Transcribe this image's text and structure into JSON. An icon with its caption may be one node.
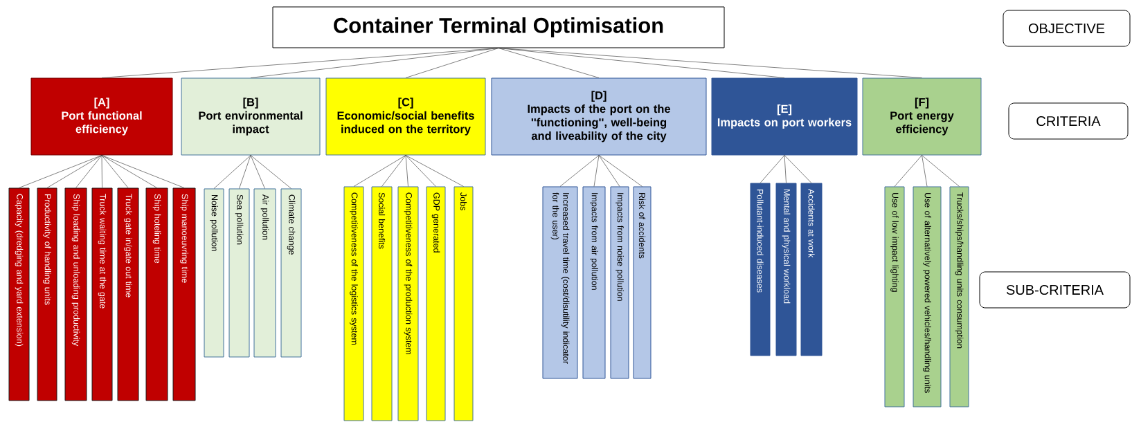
{
  "diagram": {
    "nodes": [
      {
        "text": [
          "Container Terminal Optimisation"
        ]
      },
      {
        "text": [
          "OBJECTIVE"
        ]
      },
      {
        "text": [
          "[A]",
          "Port functional efficiency"
        ]
      },
      {
        "text": [
          "[B]",
          "Port environmental impact"
        ]
      },
      {
        "text": [
          "[C]",
          "Economic/social benefits induced on the territory"
        ]
      },
      {
        "text": [
          "[D]",
          "Impacts of the port on the ''functioning'', well-being and liveability of the city"
        ]
      },
      {
        "text": [
          "[E]",
          "Impacts on port workers"
        ]
      },
      {
        "text": [
          "[F]",
          "Port energy efficiency"
        ]
      },
      {
        "text": [
          "CRITERIA"
        ]
      },
      {
        "text": [
          "Capacity (dredging and yard extension)"
        ]
      },
      {
        "text": [
          "Productivity of handling units"
        ]
      },
      {
        "text": [
          "Ship loading and unloading productivity"
        ]
      },
      {
        "text": [
          "Truck waiting time at the gate"
        ]
      },
      {
        "text": [
          "Truck gate in/gate out time"
        ]
      },
      {
        "text": [
          "Ship hoteling time"
        ]
      },
      {
        "text": [
          "Ship manoeuvring time"
        ]
      },
      {
        "text": [
          "Noise pollution"
        ]
      },
      {
        "text": [
          "Sea pollution"
        ]
      },
      {
        "text": [
          "Air pollution"
        ]
      },
      {
        "text": [
          "Climate change"
        ]
      },
      {
        "text": [
          "Competitiveness of the logistics system"
        ]
      },
      {
        "text": [
          "Social benefits"
        ]
      },
      {
        "text": [
          "Competitiveness of the production system"
        ]
      },
      {
        "text": [
          "GDP generated"
        ]
      },
      {
        "text": [
          "Jobs"
        ]
      },
      {
        "text": [
          "Increased travel time (cost/disutility indicator for the user)"
        ]
      },
      {
        "text": [
          "Impacts from air pollution"
        ]
      },
      {
        "text": [
          "Impacts from noise pollution"
        ]
      },
      {
        "text": [
          "Risk of accidents"
        ]
      },
      {
        "text": [
          "Pollutant-induced diseases"
        ]
      },
      {
        "text": [
          "Mental and physical workload"
        ]
      },
      {
        "text": [
          "Accidents at work"
        ]
      },
      {
        "text": [
          "Use of low impact lighting"
        ]
      },
      {
        "text": [
          "Use of alternatively powered vehicles/handling units"
        ]
      },
      {
        "text": [
          "Trucks/ships/handling units consumption"
        ]
      },
      {
        "text": [
          "SUB-CRITERIA"
        ]
      }
    ],
    "edges": [
      {
        "from": 0,
        "to": 2,
        "arrow": "none"
      },
      {
        "from": 0,
        "to": 3,
        "arrow": "none"
      },
      {
        "from": 0,
        "to": 4,
        "arrow": "none"
      },
      {
        "from": 0,
        "to": 5,
        "arrow": "none"
      },
      {
        "from": 0,
        "to": 6,
        "arrow": "none"
      },
      {
        "from": 0,
        "to": 7,
        "arrow": "none"
      },
      {
        "from": 2,
        "to": 9,
        "arrow": "none"
      },
      {
        "from": 2,
        "to": 10,
        "arrow": "none"
      },
      {
        "from": 2,
        "to": 11,
        "arrow": "none"
      },
      {
        "from": 2,
        "to": 12,
        "arrow": "none"
      },
      {
        "from": 2,
        "to": 13,
        "arrow": "none"
      },
      {
        "from": 2,
        "to": 14,
        "arrow": "none"
      },
      {
        "from": 2,
        "to": 15,
        "arrow": "none"
      },
      {
        "from": 3,
        "to": 16,
        "arrow": "none"
      },
      {
        "from": 3,
        "to": 17,
        "arrow": "none"
      },
      {
        "from": 3,
        "to": 18,
        "arrow": "none"
      },
      {
        "from": 3,
        "to": 19,
        "arrow": "none"
      },
      {
        "from": 4,
        "to": 20,
        "arrow": "none"
      },
      {
        "from": 4,
        "to": 21,
        "arrow": "none"
      },
      {
        "from": 4,
        "to": 22,
        "arrow": "none"
      },
      {
        "from": 4,
        "to": 23,
        "arrow": "none"
      },
      {
        "from": 4,
        "to": 24,
        "arrow": "none"
      },
      {
        "from": 5,
        "to": 25,
        "arrow": "none"
      },
      {
        "from": 5,
        "to": 26,
        "arrow": "none"
      },
      {
        "from": 5,
        "to": 27,
        "arrow": "none"
      },
      {
        "from": 5,
        "to": 28,
        "arrow": "none"
      },
      {
        "from": 6,
        "to": 29,
        "arrow": "none"
      },
      {
        "from": 6,
        "to": 30,
        "arrow": "none"
      },
      {
        "from": 6,
        "to": 31,
        "arrow": "none"
      },
      {
        "from": 7,
        "to": 32,
        "arrow": "none"
      },
      {
        "from": 7,
        "to": 33,
        "arrow": "none"
      },
      {
        "from": 7,
        "to": 34,
        "arrow": "none"
      }
    ]
  }
}
